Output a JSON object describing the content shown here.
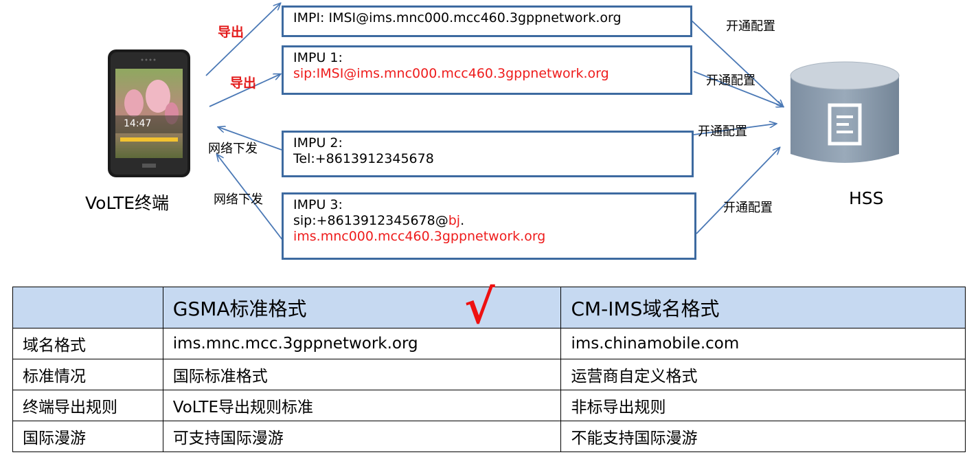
{
  "diagram": {
    "terminal_label": "VoLTE终端",
    "phone_clock": "14:47",
    "hss_label": "HSS",
    "arrow_labels": {
      "export1": "导出",
      "export2": "导出",
      "network1": "网络下发",
      "network2": "网络下发",
      "provision1": "开通配置",
      "provision2": "开通配置",
      "provision3": "开通配置",
      "provision4": "开通配置"
    },
    "impi": {
      "text": "IMPI: IMSI@ims.mnc000.mcc460.3gppnetwork.org"
    },
    "impu1": {
      "title": "IMPU 1:",
      "value": "sip:IMSI@ims.mnc000.mcc460.3gppnetwork.org"
    },
    "impu2": {
      "title": "IMPU 2:",
      "value": "Tel:+8613912345678"
    },
    "impu3": {
      "title": "IMPU 3:",
      "value_prefix": "sip:+8613912345678@",
      "value_red": "bj",
      "value_dot": ".",
      "value_line2": "ims.mnc000.mcc460.3gppnetwork.org"
    },
    "colors": {
      "box_border": "#3d6aa0",
      "arrow": "#4a78b5",
      "highlight": "#ee1c1c",
      "table_header": "#c6d9f1",
      "hss_top": "#c5cdd6",
      "hss_body": "#8a9aab"
    }
  },
  "table": {
    "checkmark": "√",
    "headers": [
      "",
      "GSMA标准格式",
      "CM-IMS域名格式"
    ],
    "rows": [
      [
        "域名格式",
        "ims.mnc.mcc.3gppnetwork.org",
        "ims.chinamobile.com"
      ],
      [
        "标准情况",
        "国际标准格式",
        "运营商自定义格式"
      ],
      [
        "终端导出规则",
        "VoLTE导出规则标准",
        "非标导出规则"
      ],
      [
        "国际漫游",
        "可支持国际漫游",
        "不能支持国际漫游"
      ]
    ]
  }
}
